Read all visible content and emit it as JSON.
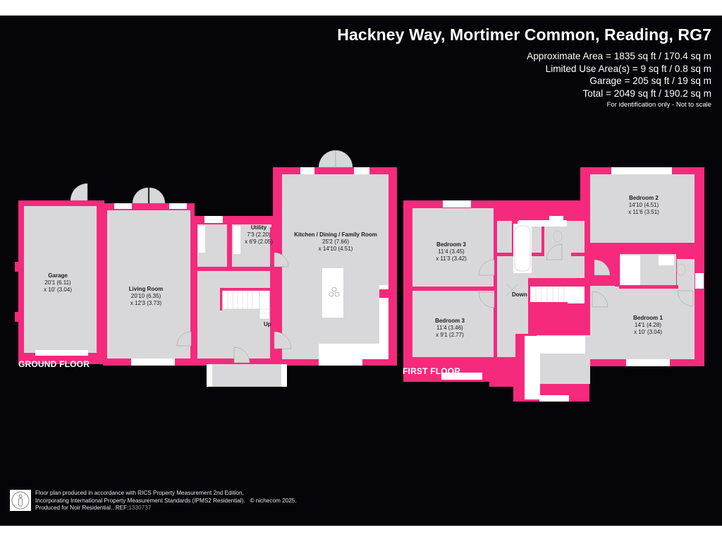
{
  "header": {
    "title": "Hackney Way, Mortimer Common, Reading, RG7",
    "areas": [
      "Approximate Area = 1835 sq ft / 170.4 sq m",
      "Limited Use Area(s) = 9 sq ft / 0.8 sq m",
      "Garage = 205 sq ft / 19 sq m",
      "Total = 2049 sq ft / 190.2 sq m"
    ],
    "note": "For identification only - Not to scale"
  },
  "colors": {
    "background": "#050408",
    "wall": "#f52a7c",
    "floor": "#d8d8da",
    "fixture": "#ffffff",
    "text_light": "#ffffff",
    "text_dark": "#1a1a1a"
  },
  "ground_floor": {
    "label": "GROUND FLOOR",
    "rooms": [
      {
        "name": "Garage",
        "dim1": "20'1 (6.11)",
        "dim2": "x 10' (3.04)"
      },
      {
        "name": "Living Room",
        "dim1": "20'10 (6.35)",
        "dim2": "x 12'3 (3.73)"
      },
      {
        "name": "Utility",
        "dim1": "7'3 (2.20)",
        "dim2": "x 6'9 (2.05)"
      },
      {
        "name": "Kitchen / Dining / Family Room",
        "dim1": "25'2 (7.66)",
        "dim2": "x 14'10 (4.51)"
      }
    ],
    "stairs_label": "Up"
  },
  "first_floor": {
    "label": "FIRST FLOOR",
    "rooms": [
      {
        "name": "Bedroom 3",
        "dim1": "11'4 (3.45)",
        "dim2": "x 11'3 (3.42)"
      },
      {
        "name": "Bedroom 3",
        "dim1": "11'4 (3.46)",
        "dim2": "x 9'1 (2.77)"
      },
      {
        "name": "Bedroom 2",
        "dim1": "14'10 (4.51)",
        "dim2": "x 11'6 (3.51)"
      },
      {
        "name": "Bedroom 1",
        "dim1": "14'1 (4.28)",
        "dim2": "x 10' (3.04)"
      }
    ],
    "stairs_label": "Down"
  },
  "footer": {
    "icon": "person-info-icon",
    "lines": [
      "Floor plan produced in accordance with RICS Property Measurement 2nd Edition,",
      "Incorporating International Property Measurement Standards (IPMS2 Residential).",
      "Produced for Noir Residential..   REF:"
    ],
    "copyright": "© nichecom 2025.",
    "ref": "1330737"
  }
}
